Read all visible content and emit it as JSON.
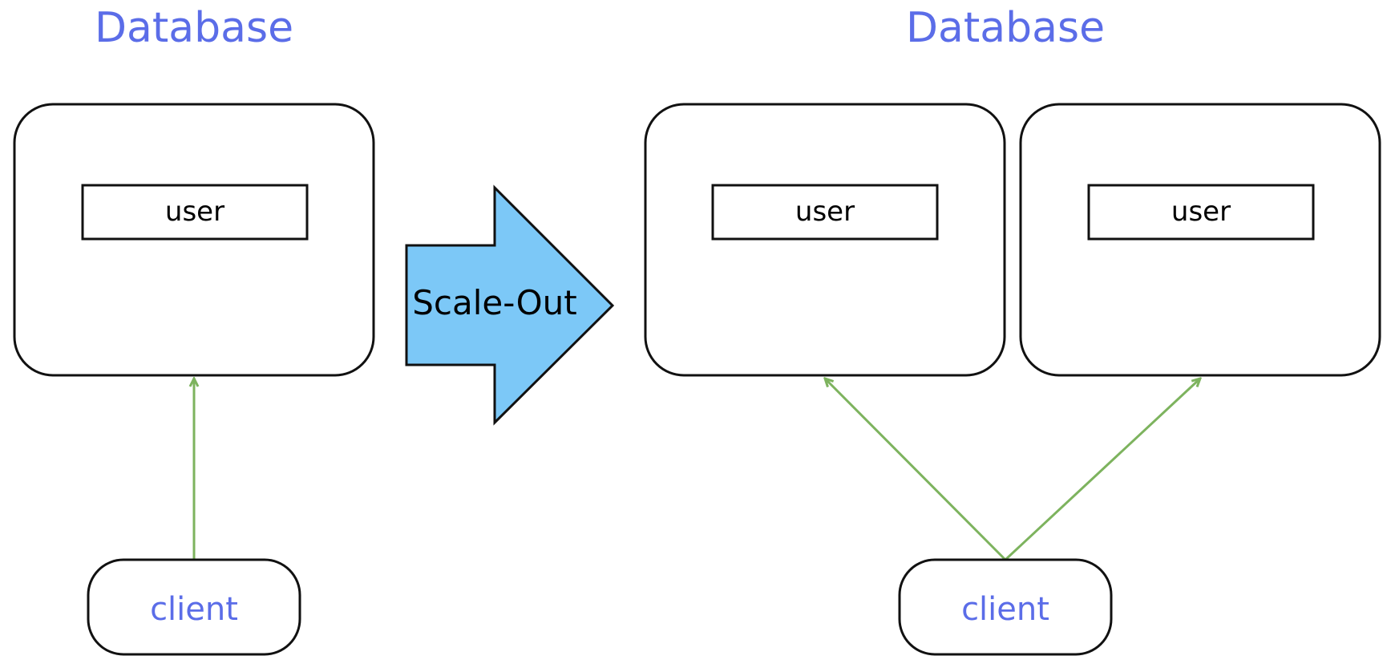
{
  "colors": {
    "title": "#5b6de8",
    "client_text": "#5b6de8",
    "arrow_fill": "#7cc8f7",
    "connector": "#7db35e",
    "stroke": "#111111"
  },
  "left": {
    "title": "Database",
    "table_label": "user",
    "client_label": "client"
  },
  "arrow": {
    "label": "Scale-Out"
  },
  "right": {
    "title": "Database",
    "nodes": [
      {
        "table_label": "user"
      },
      {
        "table_label": "user"
      }
    ],
    "client_label": "client"
  }
}
